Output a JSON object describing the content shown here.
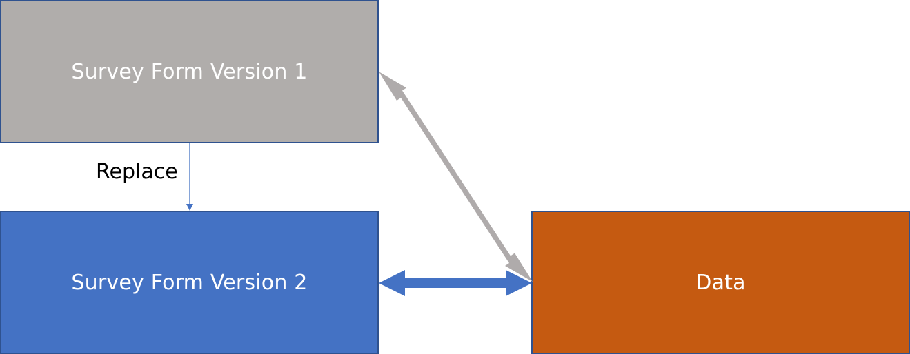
{
  "nodes": {
    "version1": {
      "label": "Survey Form Version 1",
      "color": "#b0adab"
    },
    "version2": {
      "label": "Survey Form Version 2",
      "color": "#4472c4"
    },
    "data": {
      "label": "Data",
      "color": "#c55a11"
    }
  },
  "edges": {
    "replace": {
      "label": "Replace",
      "from": "version1",
      "to": "version2",
      "color": "#4472c4"
    },
    "v1_data": {
      "from": "version1",
      "to": "data",
      "bidirectional": true,
      "color": "#afabab"
    },
    "v2_data": {
      "from": "version2",
      "to": "data",
      "bidirectional": true,
      "color": "#4472c4"
    }
  },
  "colors": {
    "box_border": "#2f528f"
  }
}
